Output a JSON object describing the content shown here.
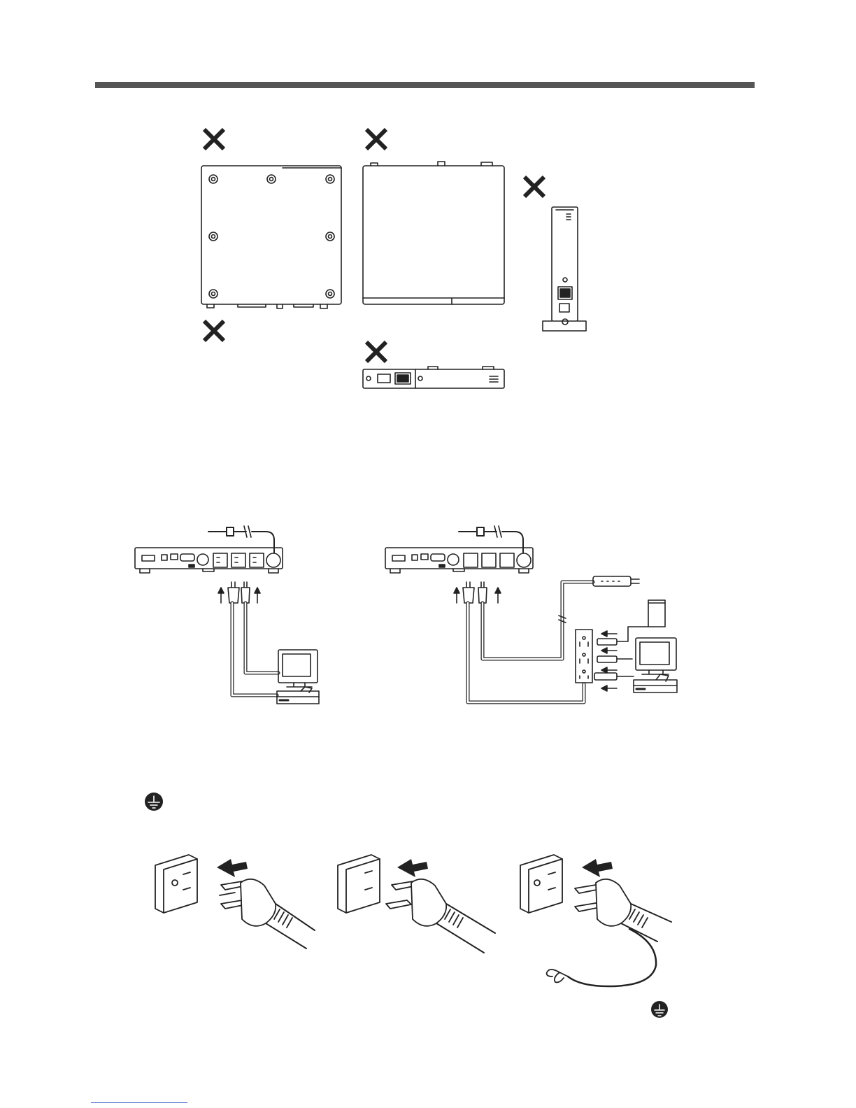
{
  "page": {
    "rule_color": "#555555",
    "footer_link_color": "#3a5bbf"
  },
  "figure_orientation": {
    "mark_icon": "x-mark-icon",
    "views": [
      "bottom-view",
      "top-view",
      "upright-side-view",
      "rear-edge-view"
    ]
  },
  "figure_connection": {
    "left": [
      "ups-unit",
      "power-cord",
      "plugs",
      "computer",
      "monitor"
    ],
    "right": [
      "ups-unit",
      "power-cord",
      "power-strip",
      "wall-outlet",
      "plugs",
      "computer",
      "monitor",
      "modem"
    ]
  },
  "figure_plugs": {
    "ground_icon": "ground-symbol-icon",
    "items": [
      "three-prong-plug",
      "polarized-two-prong-plug",
      "plug-with-ground-wire"
    ]
  }
}
